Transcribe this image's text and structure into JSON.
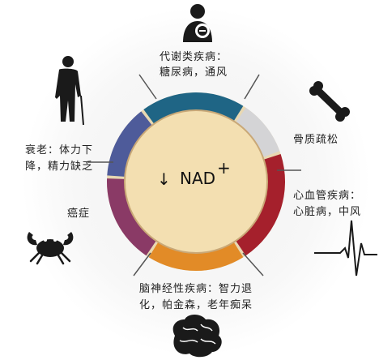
{
  "center": {
    "arrow": "↓",
    "label": "NAD",
    "superscript": "+"
  },
  "segments": [
    {
      "key": "metabolic",
      "color": "#1f6585",
      "line1": "代谢类疾病：",
      "line2": "糖尿病，通风",
      "icon": "person-with-face-mask-icon"
    },
    {
      "key": "bone",
      "color": "#d4d4d6",
      "line1": "骨质疏松",
      "line2": "",
      "icon": "bone-icon"
    },
    {
      "key": "heart",
      "color": "#a5202c",
      "line1": "心血管疾病：",
      "line2": "心脏病，中风",
      "icon": "heartbeat-line-icon"
    },
    {
      "key": "brain",
      "color": "#e28b27",
      "line1": "脑神经性疾病：智力退",
      "line2": "化，帕金森，老年痴呆",
      "icon": "brain-icon"
    },
    {
      "key": "cancer",
      "color": "#8a3a66",
      "line1": "癌症",
      "line2": "",
      "icon": "crab-icon"
    },
    {
      "key": "aging",
      "color": "#4e5b9a",
      "line1": "衰老：体力下",
      "line2": "降，精力缺乏",
      "icon": "elderly-person-with-cane-icon"
    }
  ],
  "colors": {
    "ring_base": "#e8d8b2",
    "inner_fill": "#f3dfb1",
    "inner_stroke": "#c9a877",
    "connector": "#555555",
    "icon": "#1a1a1a"
  }
}
